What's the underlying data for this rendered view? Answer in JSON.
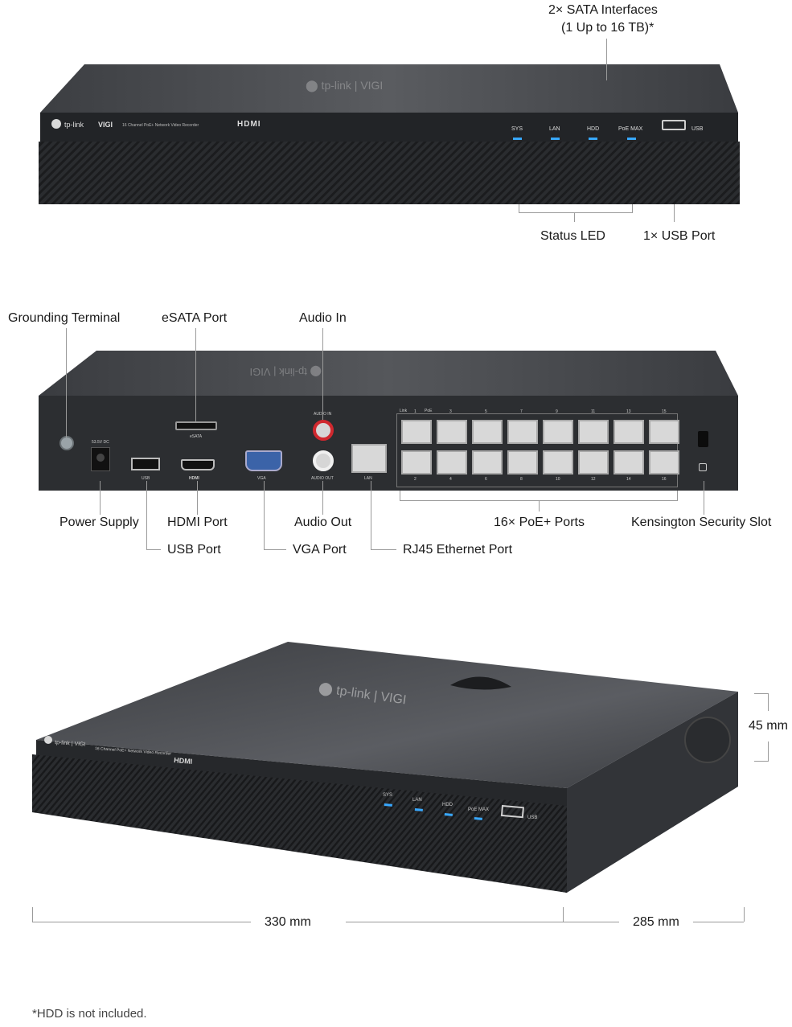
{
  "front": {
    "brand": "tp-link",
    "sub_brand": "VIGI",
    "model": "16 Channel PoE+ Network Video Recorder",
    "hdmi_logo": "HDMI",
    "led_labels": [
      "SYS",
      "LAN",
      "HDD",
      "PoE MAX"
    ],
    "usb_label": "USB",
    "callouts": {
      "sata_line1": "2× SATA Interfaces",
      "sata_line2": "(1 Up to 16 TB)*",
      "status_led": "Status LED",
      "usb_port": "1× USB Port"
    }
  },
  "rear": {
    "port_labels": {
      "dc": "53.5V  DC",
      "esata": "eSATA",
      "usb": "USB",
      "hdmi": "HDMI",
      "vga": "VGA",
      "audio_in": "AUDIO IN",
      "audio_out": "AUDIO OUT",
      "lan": "LAN",
      "link": "Link",
      "poe": "PoE"
    },
    "top_port_numbers": [
      "1",
      "3",
      "5",
      "7",
      "9",
      "11",
      "13",
      "15"
    ],
    "bottom_port_numbers": [
      "2",
      "4",
      "6",
      "8",
      "10",
      "12",
      "14",
      "16"
    ],
    "callouts": {
      "grounding": "Grounding Terminal",
      "esata": "eSATA Port",
      "audio_in": "Audio In",
      "power": "Power Supply",
      "hdmi": "HDMI Port",
      "audio_out": "Audio Out",
      "poe_ports": "16× PoE+ Ports",
      "kensington": "Kensington Security Slot",
      "usb": "USB Port",
      "vga": "VGA Port",
      "rj45": "RJ45 Ethernet Port"
    }
  },
  "angled": {
    "brand": "tp-link",
    "sub_brand": "VIGI",
    "model": "16 Channel PoE+ Network Video Recorder",
    "hdmi_logo": "HDMI",
    "led_labels": [
      "SYS",
      "LAN",
      "HDD",
      "PoE MAX"
    ],
    "usb_label": "USB",
    "dimensions": {
      "height": "45 mm",
      "width": "330 mm",
      "depth": "285 mm"
    }
  },
  "footnote": "*HDD is not included.",
  "colors": {
    "led": "#38a8ff",
    "chassis": "#2b2d30",
    "audio_in_ring": "#d0282e"
  }
}
